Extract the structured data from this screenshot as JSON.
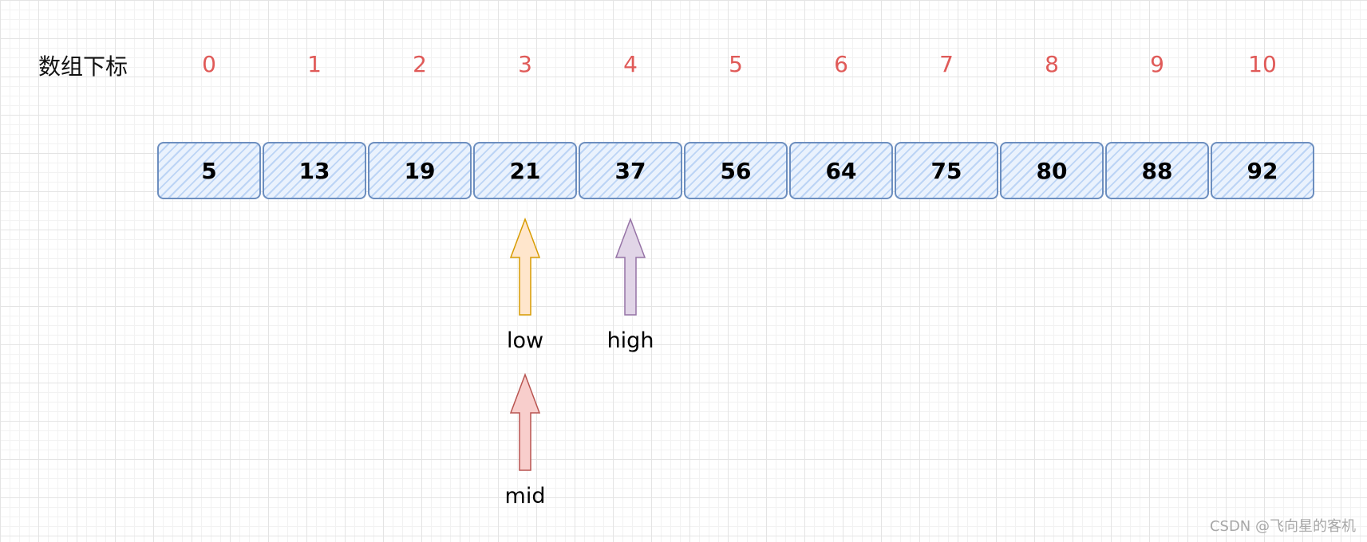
{
  "row_label": "数组下标",
  "indices": [
    "0",
    "1",
    "2",
    "3",
    "4",
    "5",
    "6",
    "7",
    "8",
    "9",
    "10"
  ],
  "values": [
    "5",
    "13",
    "19",
    "21",
    "37",
    "56",
    "64",
    "75",
    "80",
    "88",
    "92"
  ],
  "pointers": [
    {
      "label": "low",
      "index": 3,
      "fill": "#ffe6cc",
      "stroke": "#d79b00"
    },
    {
      "label": "high",
      "index": 4,
      "fill": "#e1d5e7",
      "stroke": "#9673a6"
    },
    {
      "label": "mid",
      "index": 3,
      "fill": "#f8cecc",
      "stroke": "#b85450"
    }
  ],
  "colors": {
    "index_text": "#e05a58",
    "cell_stroke": "#6c8ebf",
    "cell_fill": "#dae8fc"
  },
  "watermark": "CSDN @飞向星的客机"
}
